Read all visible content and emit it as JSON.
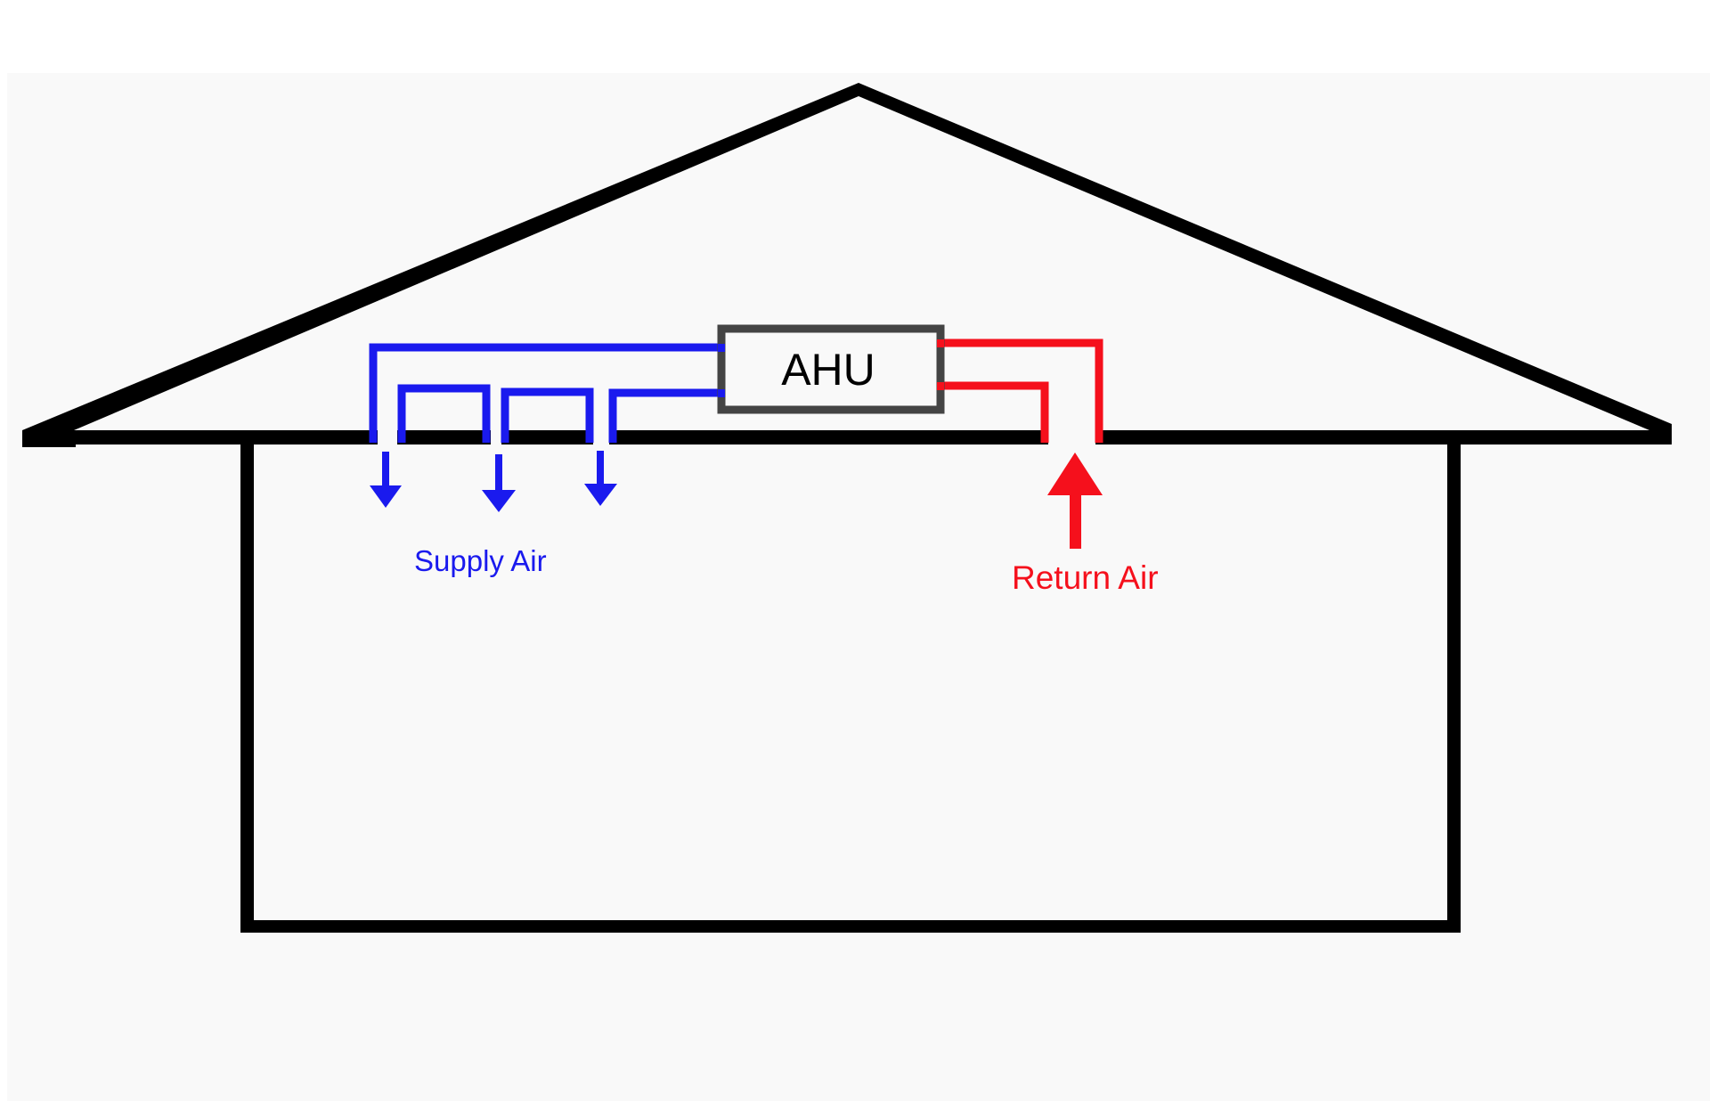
{
  "diagram": {
    "title": "Attic HVAC Air Handler Duct Layout",
    "unit_label": "AHU",
    "supply_label": "Supply Air",
    "return_label": "Return Air",
    "supply_outlets": 3,
    "return_inlets": 1,
    "colors": {
      "structure": "#000000",
      "ahu_outline": "#444444",
      "supply": "#1a1aee",
      "return": "#f5101c",
      "background": "#f9f9f9"
    }
  }
}
